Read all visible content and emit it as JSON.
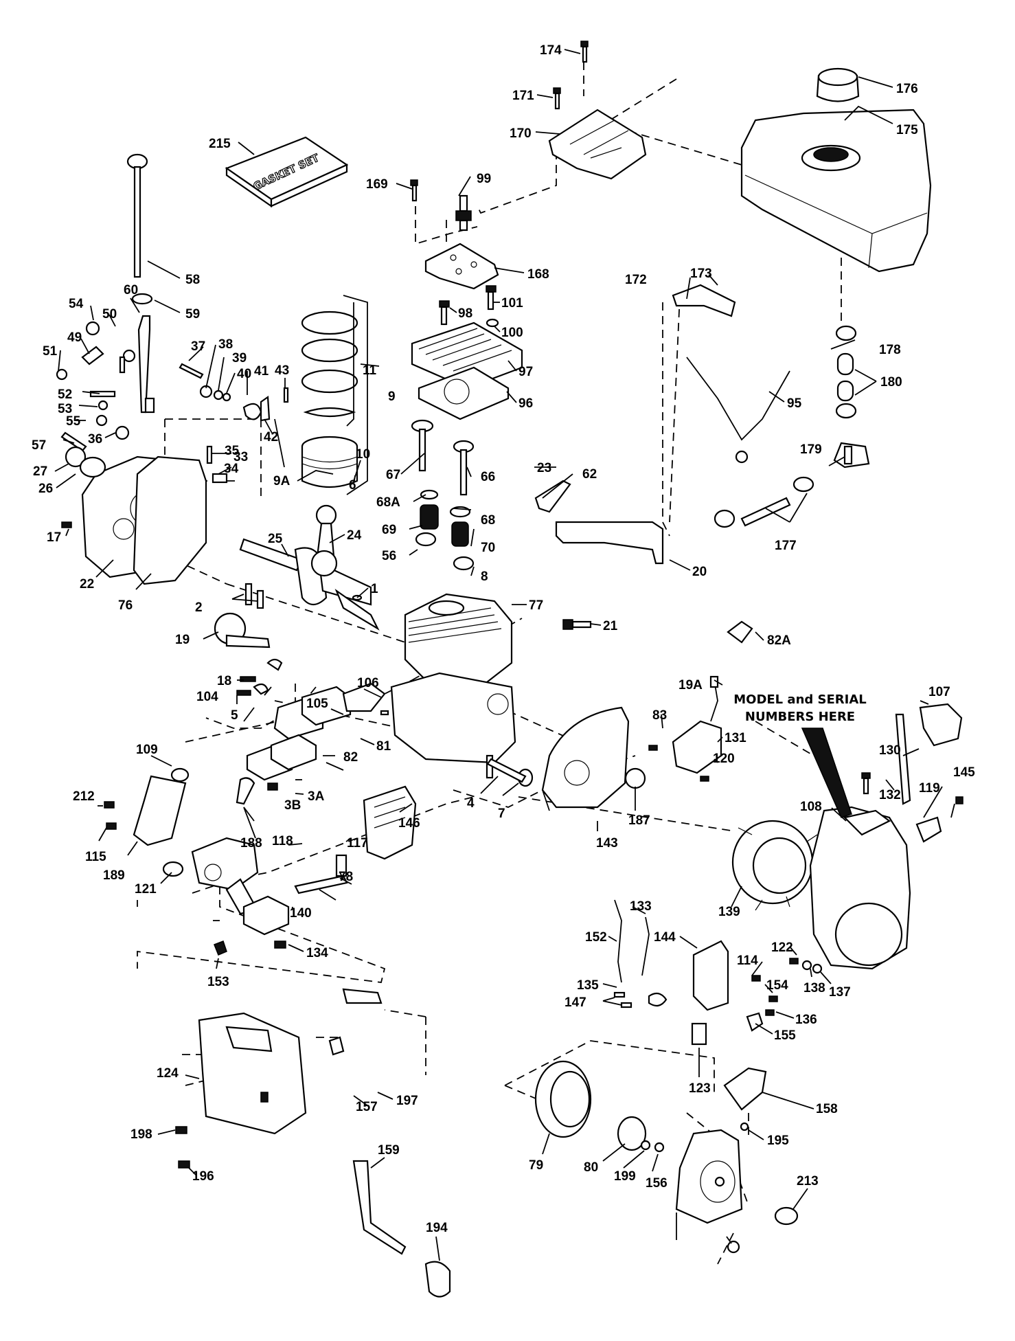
{
  "gasket_set_text": "GASKET SET",
  "model_serial_note": [
    "MODEL and SERIAL",
    "NUMBERS HERE"
  ],
  "part_labels": [
    "174",
    "171",
    "170",
    "176",
    "175",
    "215",
    "169",
    "99",
    "168",
    "58",
    "59",
    "60",
    "54",
    "50",
    "172",
    "173",
    "101",
    "98",
    "100",
    "97",
    "96",
    "49",
    "51",
    "37",
    "38",
    "39",
    "40",
    "41",
    "43",
    "11",
    "9",
    "178",
    "180",
    "95",
    "52",
    "53",
    "55",
    "57",
    "36",
    "42",
    "35",
    "33",
    "34",
    "179",
    "27",
    "26",
    "10",
    "9A",
    "6",
    "67",
    "66",
    "23",
    "62",
    "177",
    "68A",
    "68",
    "69",
    "70",
    "56",
    "8",
    "17",
    "25",
    "24",
    "22",
    "76",
    "20",
    "1",
    "2",
    "77",
    "21",
    "82A",
    "19",
    "19A",
    "18",
    "104",
    "5",
    "105",
    "106",
    "81",
    "82",
    "83",
    "131",
    "120",
    "107",
    "109",
    "3A",
    "3B",
    "4",
    "7",
    "187",
    "143",
    "146",
    "132",
    "145",
    "130",
    "119",
    "108",
    "212",
    "188",
    "118",
    "117",
    "115",
    "189",
    "121",
    "78",
    "140",
    "139",
    "133",
    "152",
    "144",
    "122",
    "114",
    "134",
    "153",
    "154",
    "138",
    "137",
    "135",
    "147",
    "136",
    "155",
    "123",
    "124",
    "197",
    "157",
    "158",
    "198",
    "159",
    "195",
    "194",
    "79",
    "80",
    "199",
    "156",
    "213",
    "196"
  ],
  "part_icons": [
    "bolt-icon",
    "spark-plug-icon",
    "cylinder-head-icon",
    "fuel-tank-icon",
    "fuel-cap-icon",
    "gasket-set-icon",
    "dipstick-icon",
    "piston-icon",
    "piston-ring-icon",
    "crankshaft-icon",
    "connecting-rod-icon",
    "valve-icon",
    "valve-spring-icon",
    "engine-block-icon",
    "crankcase-cover-icon",
    "flywheel-icon",
    "blower-housing-icon",
    "carburetor-icon",
    "muffler-icon",
    "ignition-coil-icon",
    "recoil-starter-icon",
    "starter-cup-icon",
    "fuel-shutoff-icon",
    "hose-clamp-icon",
    "fuel-line-icon",
    "governor-icon",
    "speed-control-icon",
    "air-baffle-icon",
    "primer-icon",
    "heat-shield-icon",
    "handle-icon"
  ]
}
